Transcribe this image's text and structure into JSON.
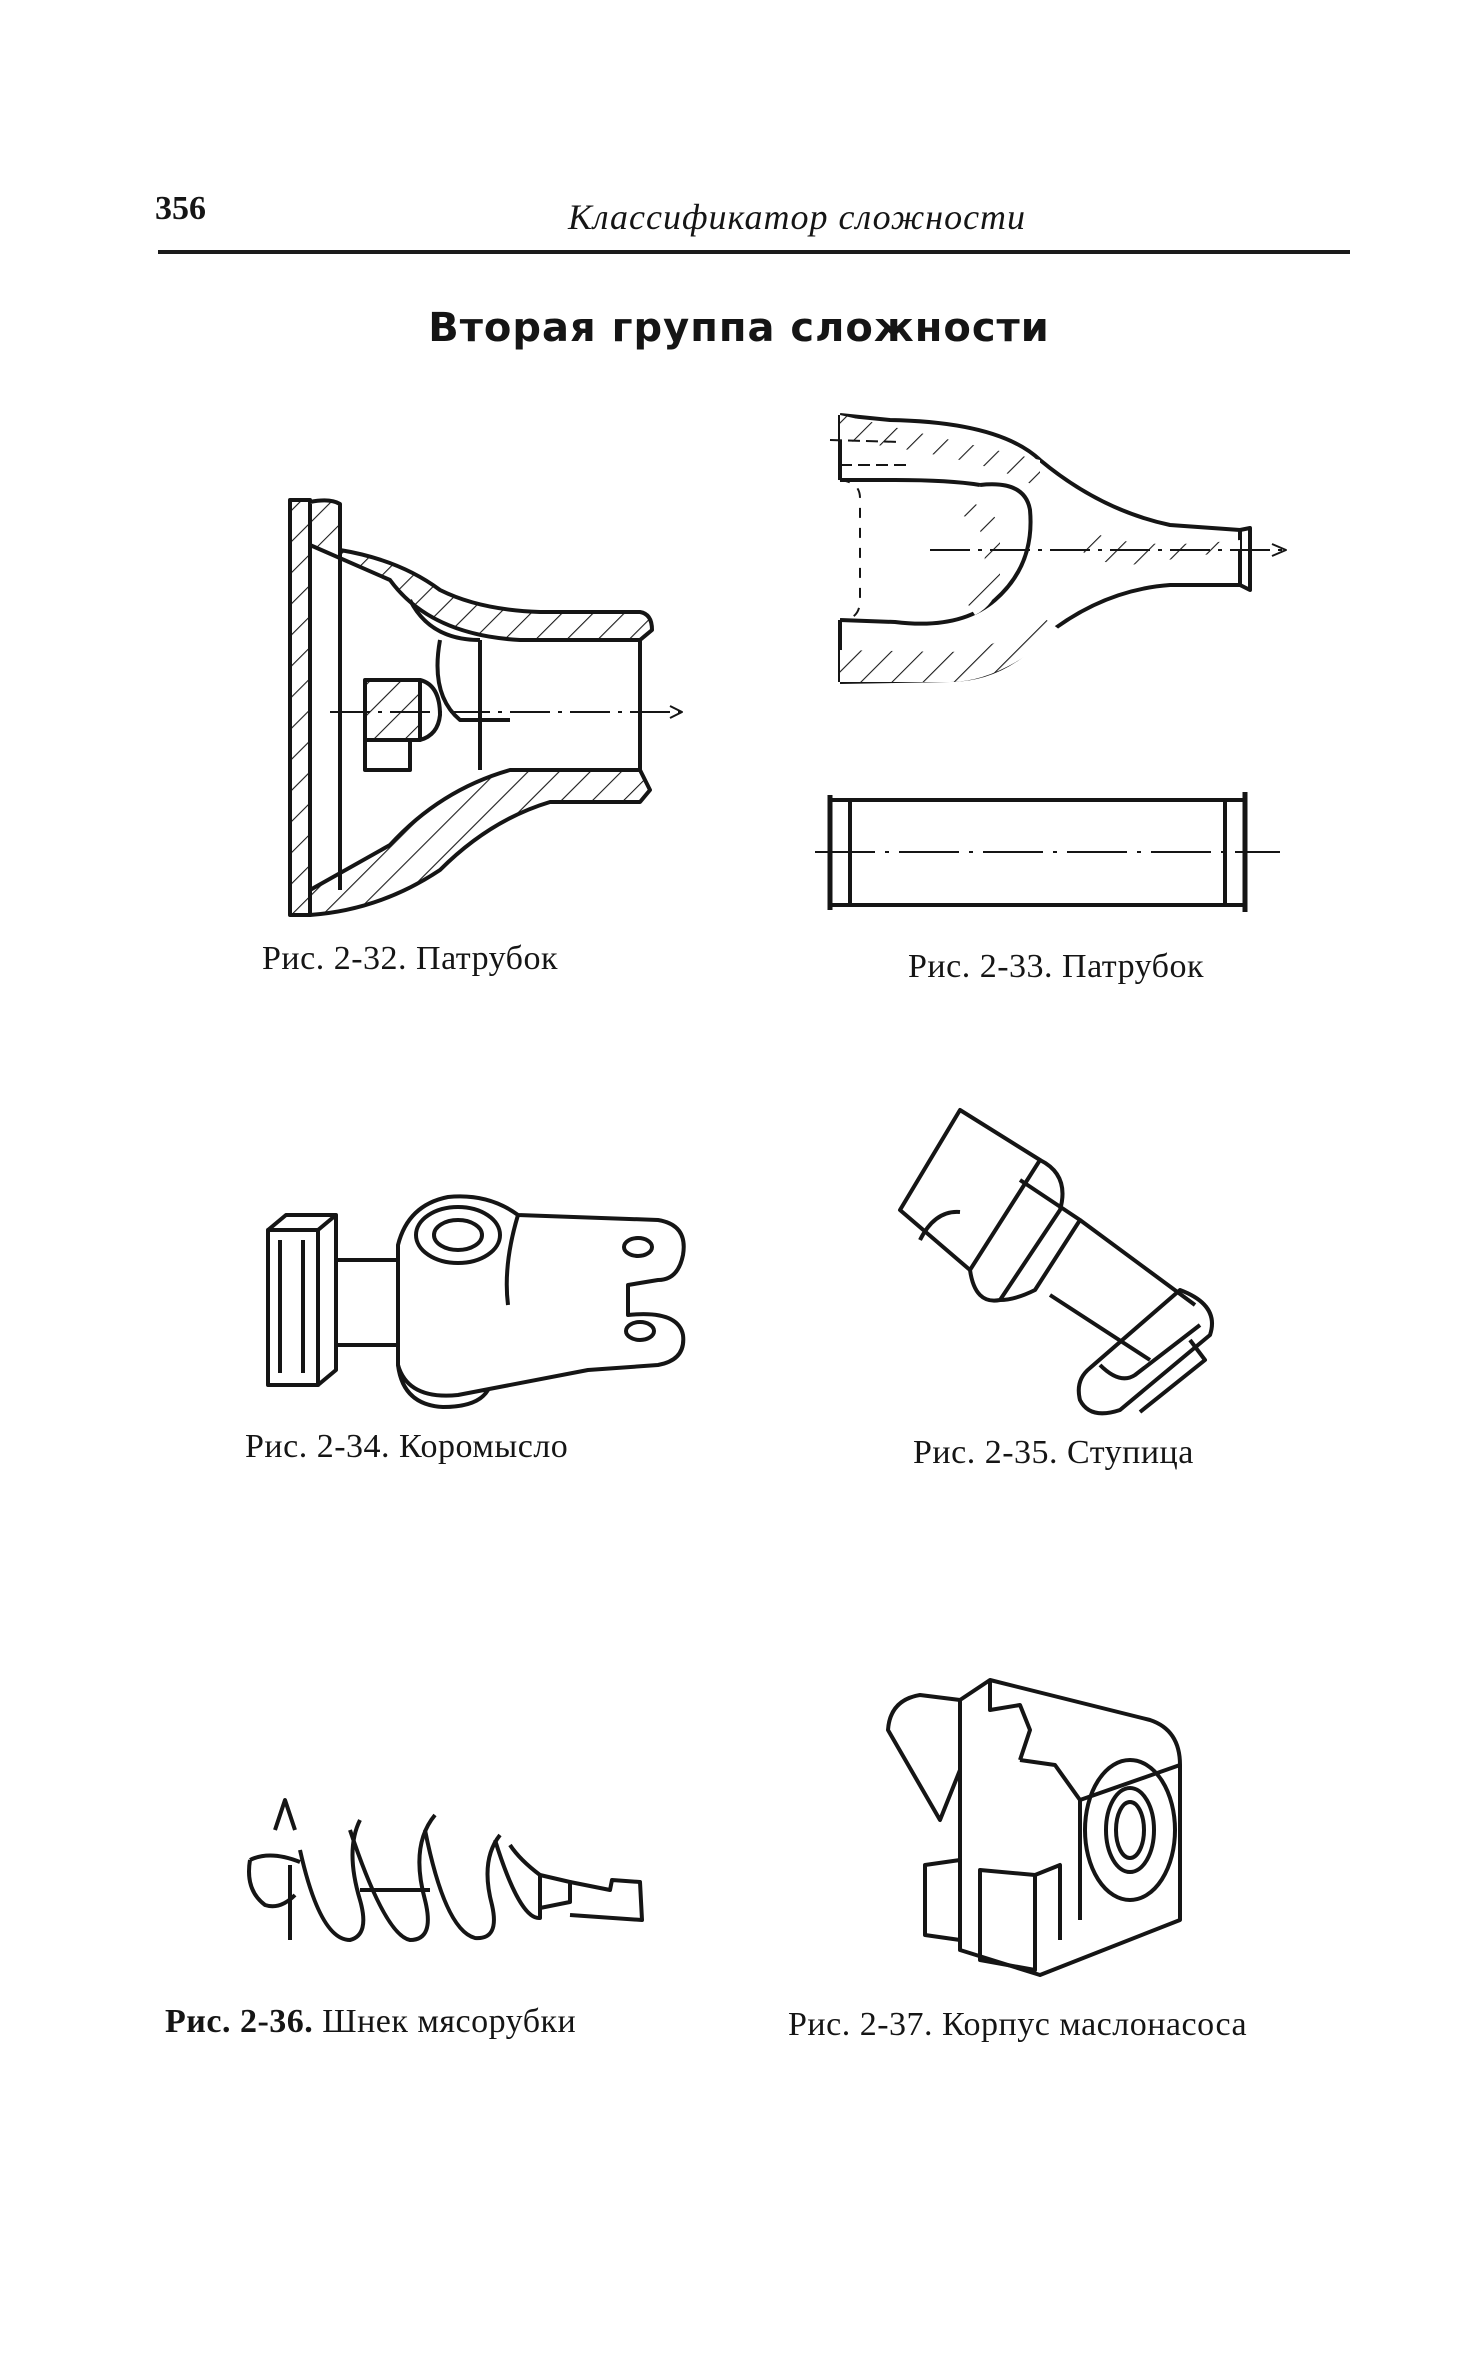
{
  "header": {
    "page_number": "356",
    "running_title": "Классификатор сложности"
  },
  "section_title": "Вторая группа сложности",
  "figures": [
    {
      "label": "Рис. 2-32.",
      "name": "Патрубок"
    },
    {
      "label": "Рис. 2-33.",
      "name": "Патрубок"
    },
    {
      "label": "Рис. 2-34.",
      "name": "Коромысло"
    },
    {
      "label": "Рис. 2-35.",
      "name": "Ступица"
    },
    {
      "label": "Рис. 2-36.",
      "name": "Шнек мясорубки"
    },
    {
      "label": "Рис. 2-37.",
      "name": "Корпус маслонасоса"
    }
  ]
}
